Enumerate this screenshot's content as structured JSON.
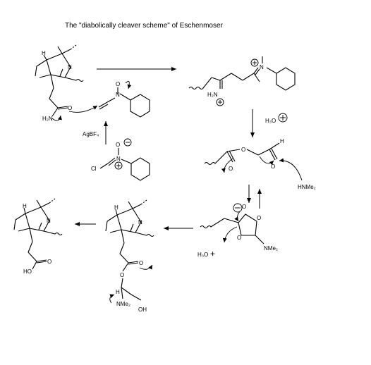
{
  "title": "The \"diabolically cleaver scheme\" of Eschenmoser",
  "labels": {
    "N_ring": "N",
    "H_stereo": "H",
    "H2N": "H₂N",
    "O": "O",
    "N_plus": "N",
    "AgBF4": "AgBF₄",
    "Cl": "Cl",
    "H3O": "H₃O",
    "H_ald": "H",
    "HNMe2": "HNMe₂",
    "NMe2": "NMe₂",
    "HO": "HO",
    "OH": "OH",
    "plus": "+",
    "minus": "−"
  },
  "colors": {
    "ink": "#000000",
    "background": "#ffffff"
  }
}
